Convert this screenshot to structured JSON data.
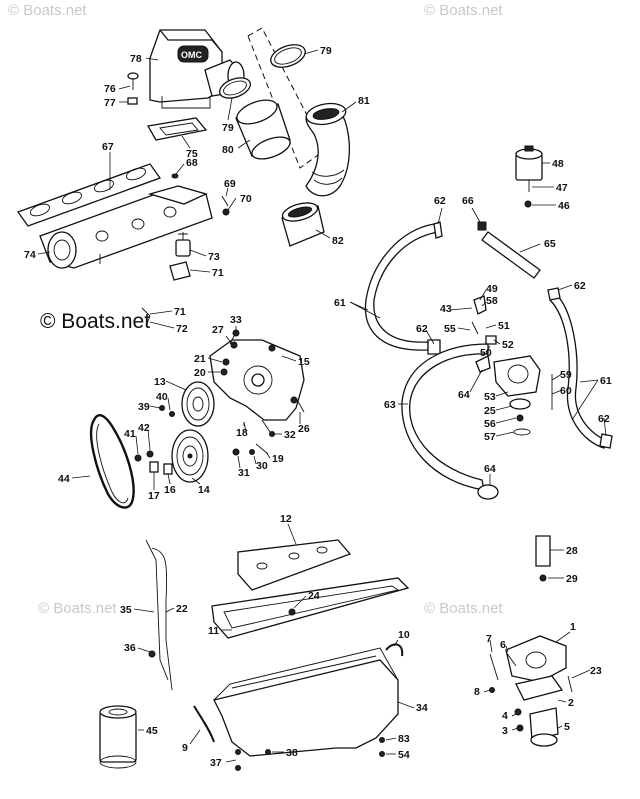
{
  "watermarks": {
    "top_left": "© Boats.net",
    "top_right": "© Boats.net",
    "center_left": "© Boats.net",
    "middle_left": "© Boats.net",
    "middle_right": "© Boats.net"
  },
  "logo_text": "OMC",
  "callouts": {
    "c78": "78",
    "c76": "76",
    "c77": "77",
    "c79a": "79",
    "c79b": "79",
    "c80": "80",
    "c81": "81",
    "c82": "82",
    "c75": "75",
    "c67": "67",
    "c68": "68",
    "c69": "69",
    "c70": "70",
    "c74": "74",
    "c73": "73",
    "c71a": "71",
    "c71b": "71",
    "c72": "72",
    "c48": "48",
    "c47": "47",
    "c46": "46",
    "c62a": "62",
    "c66": "66",
    "c65": "65",
    "c62b": "62",
    "c61a": "61",
    "c49": "49",
    "c58": "58",
    "c43": "43",
    "c51": "51",
    "c55": "55",
    "c62c": "62",
    "c52": "52",
    "c50": "50",
    "c59": "59",
    "c60": "60",
    "c61b": "61",
    "c64a": "64",
    "c53": "53",
    "c63": "63",
    "c25": "25",
    "c56": "56",
    "c57": "57",
    "c62d": "62",
    "c64b": "64",
    "c27": "27",
    "c33": "33",
    "c21": "21",
    "c15": "15",
    "c20": "20",
    "c13": "13",
    "c39": "39",
    "c40": "40",
    "c26": "26",
    "c18": "18",
    "c32": "32",
    "c41": "41",
    "c42": "42",
    "c19": "19",
    "c30": "30",
    "c31": "31",
    "c44": "44",
    "c14": "14",
    "c16": "16",
    "c17": "17",
    "c12": "12",
    "c28": "28",
    "c29": "29",
    "c35": "35",
    "c22": "22",
    "c24": "24",
    "c11": "11",
    "c36": "36",
    "c10": "10",
    "c1": "1",
    "c7": "7",
    "c6": "6",
    "c23": "23",
    "c8": "8",
    "c2": "2",
    "c4": "4",
    "c3": "3",
    "c5": "5",
    "c34": "34",
    "c45": "45",
    "c9": "9",
    "c83": "83",
    "c38": "38",
    "c54": "54",
    "c37": "37"
  }
}
